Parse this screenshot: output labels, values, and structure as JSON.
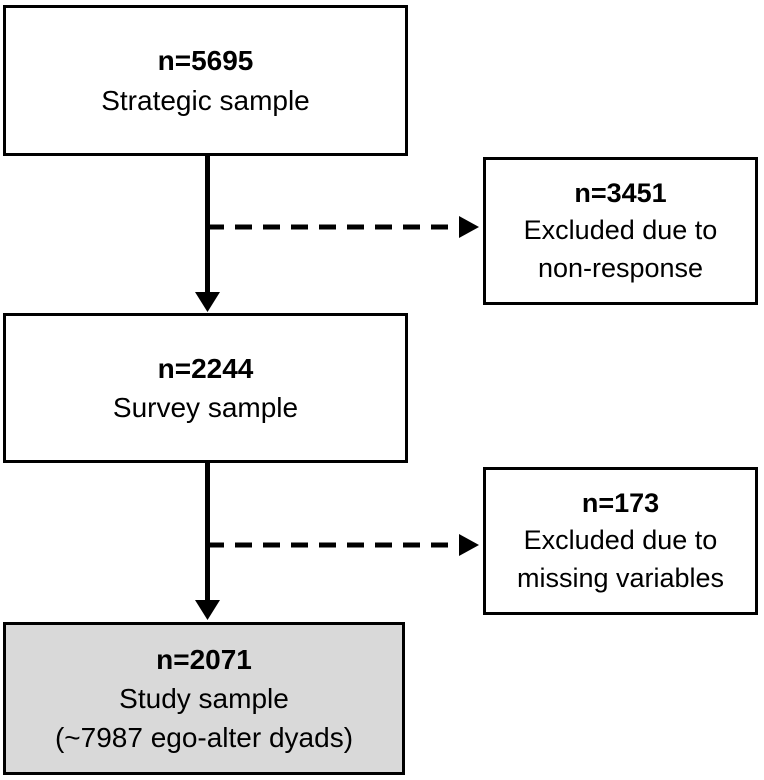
{
  "flowchart": {
    "nodes": {
      "strategic": {
        "n": "n=5695",
        "label": "Strategic sample"
      },
      "excluded_nonresponse": {
        "n": "n=3451",
        "label_line1": "Excluded due to",
        "label_line2": "non-response"
      },
      "survey": {
        "n": "n=2244",
        "label": "Survey sample"
      },
      "excluded_missing": {
        "n": "n=173",
        "label_line1": "Excluded due to",
        "label_line2": "missing variables"
      },
      "study": {
        "n": "n=2071",
        "label": "Study sample",
        "sublabel": "(~7987 ego-alter dyads)"
      }
    },
    "colors": {
      "border": "#000000",
      "box_fill": "#ffffff",
      "highlight_fill": "#d9d9d9",
      "arrow": "#000000"
    }
  }
}
